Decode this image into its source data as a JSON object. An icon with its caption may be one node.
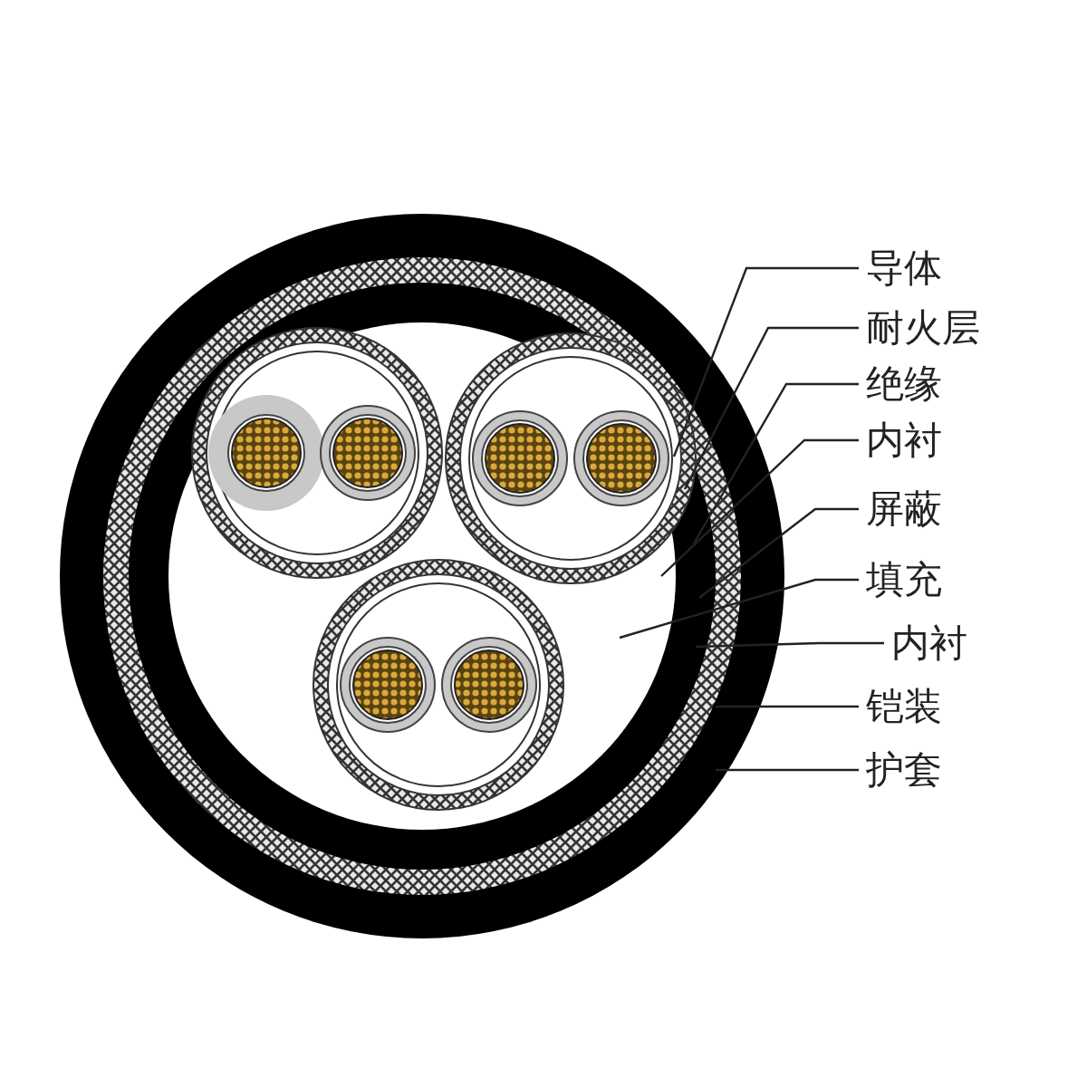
{
  "diagram": {
    "nodes": [
      {
        "text": [
          "导体"
        ]
      },
      {
        "text": [
          "耐火层"
        ]
      },
      {
        "text": [
          "绝缘"
        ]
      },
      {
        "text": [
          "内衬"
        ]
      },
      {
        "text": [
          "屏蔽"
        ]
      },
      {
        "text": [
          "填充"
        ]
      },
      {
        "text": [
          "内衬"
        ]
      },
      {
        "text": [
          "铠装"
        ]
      },
      {
        "text": [
          "护套"
        ]
      }
    ],
    "edges": [
      {
        "from": 0,
        "to": null,
        "arrow": "none"
      },
      {
        "from": 1,
        "to": null,
        "arrow": "none"
      },
      {
        "from": 2,
        "to": null,
        "arrow": "none"
      },
      {
        "from": 3,
        "to": null,
        "arrow": "none"
      },
      {
        "from": 4,
        "to": null,
        "arrow": "none"
      },
      {
        "from": 5,
        "to": null,
        "arrow": "none"
      },
      {
        "from": 6,
        "to": null,
        "arrow": "none"
      },
      {
        "from": 7,
        "to": null,
        "arrow": "none"
      },
      {
        "from": 8,
        "to": null,
        "arrow": "none"
      }
    ]
  }
}
